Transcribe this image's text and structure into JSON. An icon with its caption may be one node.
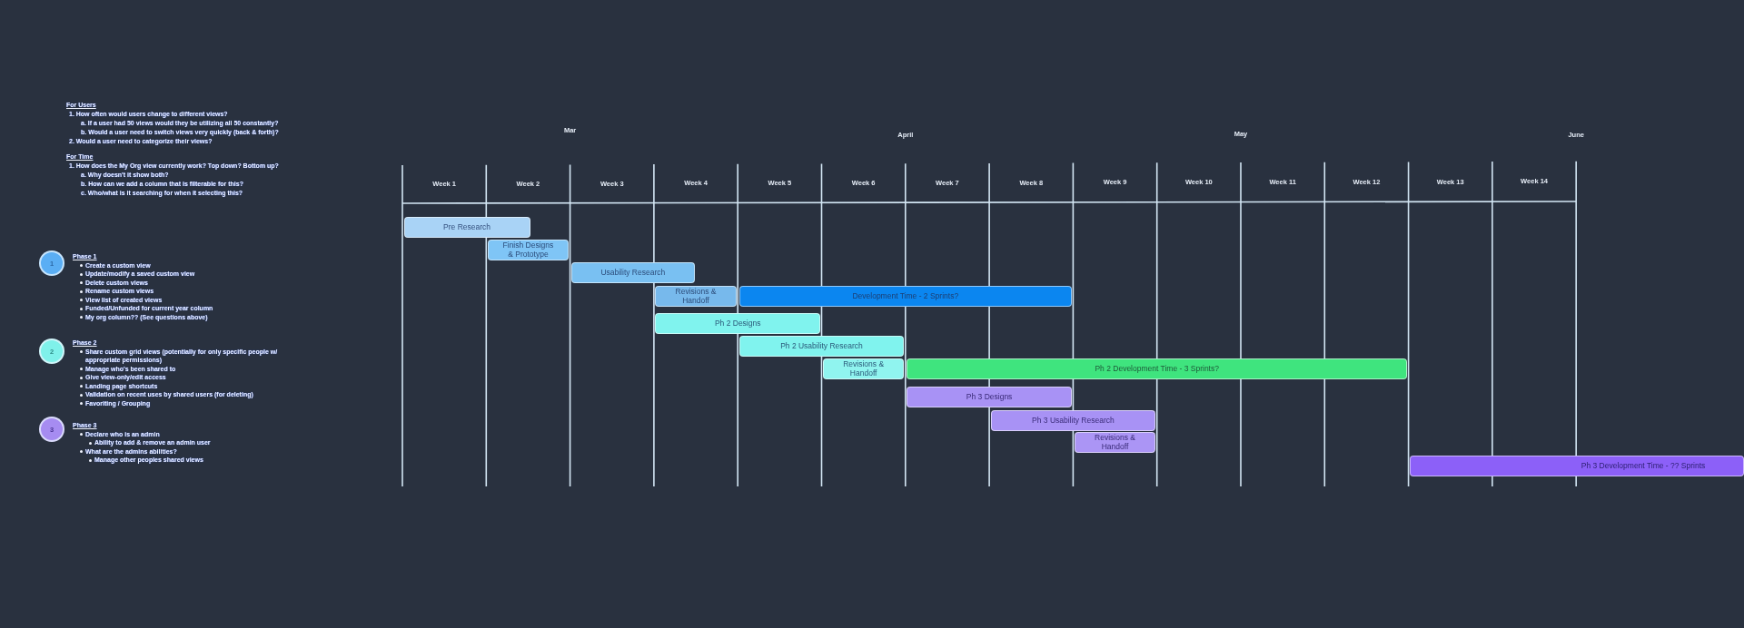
{
  "diagram": {
    "nodes": [
      {
        "text": [
          "1"
        ],
        "beside": [
          "Phase 1",
          "Create a custom view",
          "Update/modify a saved custom view",
          "Delete custom views",
          "Rename custom views",
          "View list of created views",
          "Funded/Unfunded for current year column",
          "My org column?? (See questions above)"
        ]
      },
      {
        "text": [
          "2"
        ],
        "beside": [
          "Phase 2",
          "Share custom grid views (potentially for only specific people w/ appropriate permissions)",
          "Manage who's been shared to",
          "Give view-only/edit access",
          "Landing page shortcuts",
          "Validation on recent uses by shared users (for deleting)",
          "Favoriting / Grouping"
        ]
      },
      {
        "text": [
          "3"
        ],
        "beside": [
          "Phase 3",
          "Declare who is an admin",
          "Ability to add & remove an admin user",
          "What are the admins abilities?",
          "Manage other peoples shared views"
        ]
      },
      {
        "text": [
          "Pre Research"
        ]
      },
      {
        "text": [
          "Finish Designs & Prototype"
        ]
      },
      {
        "text": [
          "Usability Research"
        ]
      },
      {
        "text": [
          "Revisions & Handoff"
        ]
      },
      {
        "text": [
          "Development Time - 2 Sprints?"
        ]
      },
      {
        "text": [
          "Ph 2 Designs"
        ]
      },
      {
        "text": [
          "Ph 2 Usability Research"
        ]
      },
      {
        "text": [
          "Revisions & Handoff"
        ]
      },
      {
        "text": [
          "Ph 2 Development Time - 3 Sprints?"
        ]
      },
      {
        "text": [
          "Ph 3 Designs"
        ]
      },
      {
        "text": [
          "Ph 3 Usability Research"
        ]
      },
      {
        "text": [
          "Revisions & Handoff"
        ]
      },
      {
        "text": [
          "Ph 3 Development Time - ?? Sprints"
        ]
      }
    ],
    "labels": [
      "For Users",
      "1. How often would users change to different views?",
      "a. If a user had 50 views would they be utilizing all 50 constantly?",
      "b. Would a user need to switch views very quickly (back & forth)?",
      "2. Would a user need to categorize their views?",
      "For Time",
      "1. How does the My Org view currently work? Top down? Bottom up?",
      "a. Why doesn't it show both?",
      "b. How can we add a column that is filterable for this?",
      "c. Who/what is it searching for when it selecting this?",
      "Mar",
      "April",
      "May",
      "June",
      "Week 1",
      "Week 2",
      "Week 3",
      "Week 4",
      "Week 5",
      "Week 6",
      "Week 7",
      "Week 8",
      "Week 9",
      "Week 10",
      "Week 11",
      "Week 12",
      "Week 13",
      "Week 14"
    ]
  }
}
